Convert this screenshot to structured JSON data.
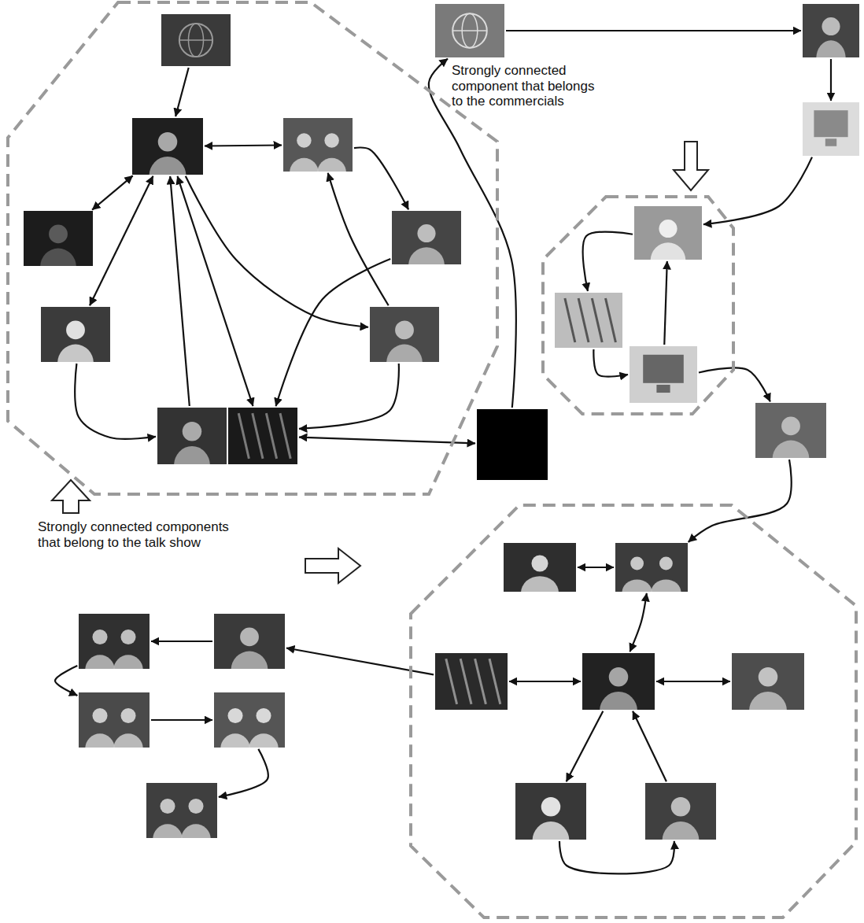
{
  "diagram": {
    "nodes": [
      {
        "text": []
      },
      {
        "text": [],
        "in": 0
      },
      {
        "text": [],
        "in": 0
      },
      {
        "text": [],
        "in": 0
      },
      {
        "text": [],
        "in": 0
      },
      {
        "text": [],
        "in": 0
      },
      {
        "text": [],
        "in": 0
      },
      {
        "text": [],
        "in": 0
      },
      {
        "text": [],
        "in": 0
      },
      {
        "text": [],
        "in": 0
      },
      {
        "text": []
      },
      {
        "text": []
      },
      {
        "text": []
      },
      {
        "text": []
      },
      {
        "text": []
      },
      {
        "text": [],
        "in": 14
      },
      {
        "text": [],
        "in": 14
      },
      {
        "text": [],
        "in": 14
      },
      {
        "text": []
      },
      {
        "text": []
      },
      {
        "text": [],
        "in": 19
      },
      {
        "text": [],
        "in": 19
      },
      {
        "text": [],
        "in": 19
      },
      {
        "text": [],
        "in": 19
      },
      {
        "text": [],
        "in": 19
      },
      {
        "text": [],
        "in": 19
      },
      {
        "text": [],
        "in": 19
      },
      {
        "text": []
      },
      {
        "text": []
      },
      {
        "text": []
      },
      {
        "text": []
      },
      {
        "text": []
      }
    ],
    "edges": [
      {
        "from": 1,
        "to": 2,
        "arrow": "to"
      },
      {
        "from": 2,
        "to": 3,
        "arrow": "both"
      },
      {
        "from": 2,
        "to": 4,
        "arrow": "both"
      },
      {
        "from": 3,
        "to": 5,
        "arrow": "to"
      },
      {
        "from": 2,
        "to": 6,
        "arrow": "both"
      },
      {
        "from": 2,
        "to": 7,
        "arrow": "to"
      },
      {
        "from": 7,
        "to": 3,
        "arrow": "to"
      },
      {
        "from": 5,
        "to": 9,
        "arrow": "to"
      },
      {
        "from": 2,
        "to": 9,
        "arrow": "both"
      },
      {
        "from": 6,
        "to": 8,
        "arrow": "to"
      },
      {
        "from": 8,
        "to": 2,
        "arrow": "to"
      },
      {
        "from": 7,
        "to": 9,
        "arrow": "to"
      },
      {
        "from": 9,
        "to": 10,
        "arrow": "both"
      },
      {
        "from": 10,
        "to": 11,
        "arrow": "to"
      },
      {
        "from": 11,
        "to": 12,
        "arrow": "to"
      },
      {
        "from": 12,
        "to": 13,
        "arrow": "to"
      },
      {
        "from": 13,
        "to": 15,
        "arrow": "to"
      },
      {
        "from": 15,
        "to": 16,
        "arrow": "to"
      },
      {
        "from": 16,
        "to": 17,
        "arrow": "to"
      },
      {
        "from": 17,
        "to": 15,
        "arrow": "to"
      },
      {
        "from": 17,
        "to": 18,
        "arrow": "to"
      },
      {
        "from": 18,
        "to": 21,
        "arrow": "to"
      },
      {
        "from": 20,
        "to": 21,
        "arrow": "both"
      },
      {
        "from": 21,
        "to": 23,
        "arrow": "both"
      },
      {
        "from": 22,
        "to": 23,
        "arrow": "both"
      },
      {
        "from": 23,
        "to": 24,
        "arrow": "both"
      },
      {
        "from": 23,
        "to": 25,
        "arrow": "to"
      },
      {
        "from": 25,
        "to": 26,
        "arrow": "to"
      },
      {
        "from": 26,
        "to": 23,
        "arrow": "to"
      },
      {
        "from": 22,
        "to": 27,
        "arrow": "to"
      },
      {
        "from": 27,
        "to": 28,
        "arrow": "to"
      },
      {
        "from": 28,
        "to": 29,
        "arrow": "to"
      },
      {
        "from": 29,
        "to": 30,
        "arrow": "to"
      },
      {
        "from": 30,
        "to": 31,
        "arrow": "to"
      }
    ],
    "labels": [
      "Strongly connected component that belongs to the commercials",
      "Strongly connected components that belong to the talk show"
    ]
  }
}
